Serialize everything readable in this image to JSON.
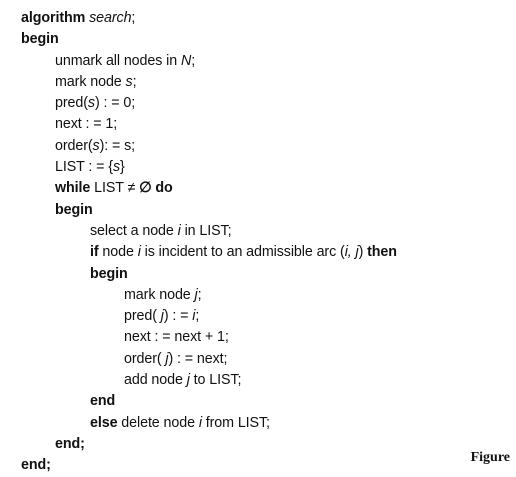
{
  "algorithm": {
    "lines": [
      {
        "indent": 0,
        "parts": [
          {
            "t": "algorithm",
            "s": "kw"
          },
          {
            "t": " "
          },
          {
            "t": "search",
            "s": "it"
          },
          {
            "t": ";"
          }
        ]
      },
      {
        "indent": 0,
        "parts": [
          {
            "t": "begin",
            "s": "kw"
          }
        ]
      },
      {
        "indent": 1,
        "parts": [
          {
            "t": "unmark all nodes in "
          },
          {
            "t": "N",
            "s": "it"
          },
          {
            "t": ";"
          }
        ]
      },
      {
        "indent": 1,
        "parts": [
          {
            "t": "mark node "
          },
          {
            "t": "s",
            "s": "it"
          },
          {
            "t": ";"
          }
        ]
      },
      {
        "indent": 1,
        "parts": [
          {
            "t": "pred("
          },
          {
            "t": "s",
            "s": "it"
          },
          {
            "t": ") : = 0;"
          }
        ]
      },
      {
        "indent": 1,
        "parts": [
          {
            "t": "next : = 1;"
          }
        ]
      },
      {
        "indent": 1,
        "parts": [
          {
            "t": "order("
          },
          {
            "t": "s",
            "s": "it"
          },
          {
            "t": "): = s;"
          }
        ]
      },
      {
        "indent": 1,
        "parts": [
          {
            "t": "LIST : = {"
          },
          {
            "t": "s",
            "s": "it"
          },
          {
            "t": "}"
          }
        ]
      },
      {
        "indent": 1,
        "parts": [
          {
            "t": "while",
            "s": "kw"
          },
          {
            "t": " LIST ≠ "
          },
          {
            "t": "∅",
            "s": "kw"
          },
          {
            "t": " "
          },
          {
            "t": "do",
            "s": "kw"
          }
        ]
      },
      {
        "indent": 1,
        "parts": [
          {
            "t": "begin",
            "s": "kw"
          }
        ]
      },
      {
        "indent": 2,
        "parts": [
          {
            "t": "select a node "
          },
          {
            "t": "i",
            "s": "it"
          },
          {
            "t": " in LIST;"
          }
        ]
      },
      {
        "indent": 2,
        "parts": [
          {
            "t": "if",
            "s": "kw"
          },
          {
            "t": " node "
          },
          {
            "t": "i",
            "s": "it"
          },
          {
            "t": " is incident to an admissible arc ("
          },
          {
            "t": "i, j",
            "s": "it"
          },
          {
            "t": ") "
          },
          {
            "t": "then",
            "s": "kw"
          }
        ]
      },
      {
        "indent": 2,
        "parts": [
          {
            "t": "begin",
            "s": "kw"
          }
        ]
      },
      {
        "indent": 3,
        "parts": [
          {
            "t": "mark node "
          },
          {
            "t": "j",
            "s": "it"
          },
          {
            "t": ";"
          }
        ]
      },
      {
        "indent": 3,
        "parts": [
          {
            "t": "pred( "
          },
          {
            "t": "j",
            "s": "it"
          },
          {
            "t": ") : = "
          },
          {
            "t": "i",
            "s": "it"
          },
          {
            "t": ";"
          }
        ]
      },
      {
        "indent": 3,
        "parts": [
          {
            "t": "next : = next + 1;"
          }
        ]
      },
      {
        "indent": 3,
        "parts": [
          {
            "t": "order( "
          },
          {
            "t": "j",
            "s": "it"
          },
          {
            "t": ") : = next;"
          }
        ]
      },
      {
        "indent": 3,
        "parts": [
          {
            "t": "add node "
          },
          {
            "t": "j",
            "s": "it"
          },
          {
            "t": " to LIST;"
          }
        ]
      },
      {
        "indent": 2,
        "parts": [
          {
            "t": "end",
            "s": "kw"
          }
        ]
      },
      {
        "indent": 2,
        "parts": [
          {
            "t": "else",
            "s": "kw"
          },
          {
            "t": " delete node "
          },
          {
            "t": "i",
            "s": "it"
          },
          {
            "t": " from LIST;"
          }
        ]
      },
      {
        "indent": 1,
        "parts": [
          {
            "t": "end;",
            "s": "kw"
          }
        ]
      },
      {
        "indent": 0,
        "parts": [
          {
            "t": "end;",
            "s": "kw"
          }
        ]
      }
    ]
  },
  "caption": "Figure"
}
